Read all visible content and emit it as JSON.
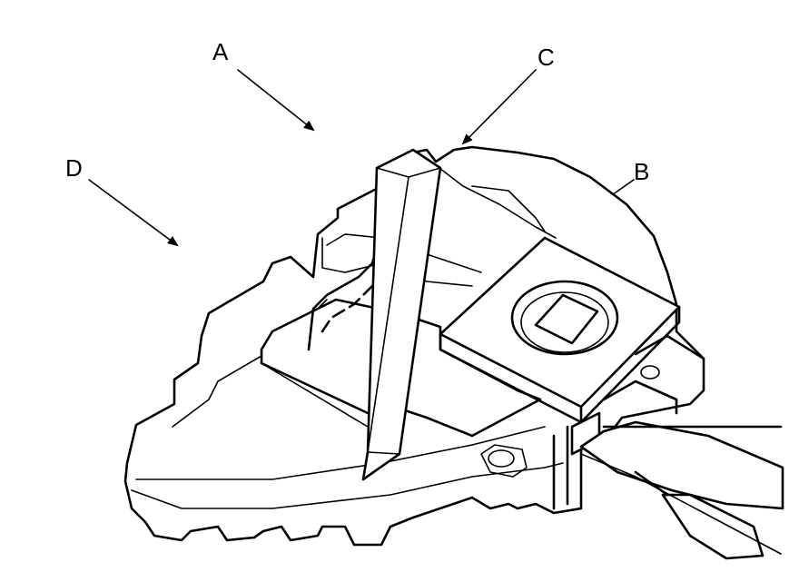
{
  "callouts": [
    {
      "id": "A",
      "label": "A"
    },
    {
      "id": "B",
      "label": "B"
    },
    {
      "id": "C",
      "label": "C"
    },
    {
      "id": "D",
      "label": "D"
    }
  ],
  "colors": {
    "line": "#000000",
    "background": "#ffffff"
  },
  "icons": {
    "pointer": "arrowhead-icon"
  }
}
